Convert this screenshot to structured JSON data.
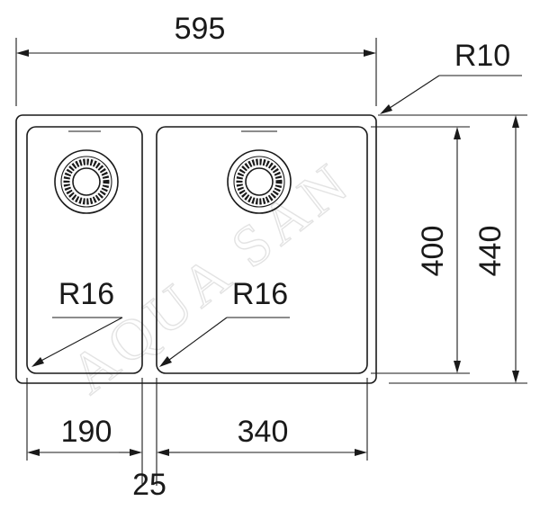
{
  "watermark": "AQUA SAN",
  "dimensions": {
    "overall_width": "595",
    "corner_outer_radius": "R10",
    "inner_depth": "400",
    "overall_depth": "440",
    "left_bowl_radius": "R16",
    "right_bowl_radius": "R16",
    "left_bowl_width": "190",
    "right_bowl_width": "340",
    "divider_width": "25"
  },
  "colors": {
    "line": "#1a1a1a",
    "watermark": "#e3e3e3"
  }
}
